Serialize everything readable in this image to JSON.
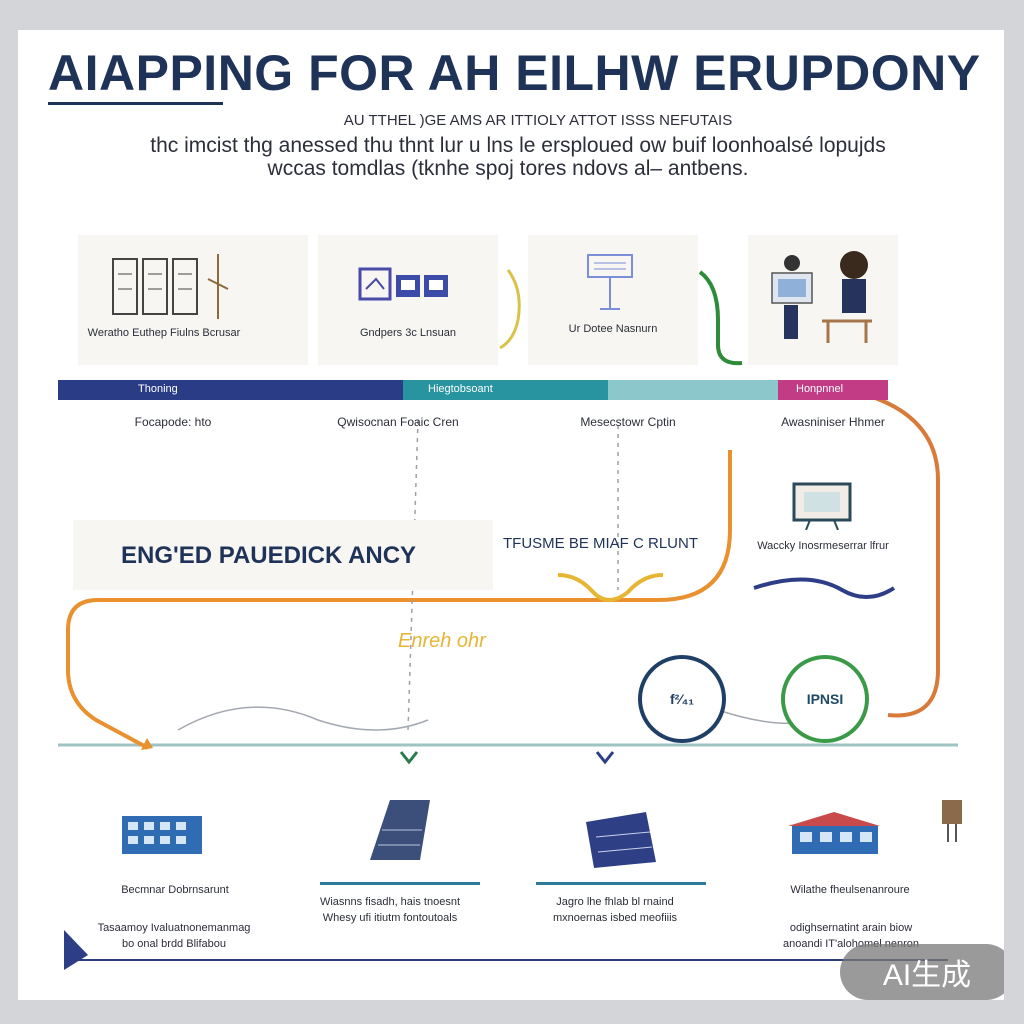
{
  "title": "AIAPPING FOR AH EILHW ERUPDONY",
  "subtitle": {
    "line1": "AU TTHEL )GE AMS AR ITTIOLY ATTOT ISSS NEFUTAIS",
    "line2": "thc imcist thg anessed thu thnt lur u lns le ersploued ow buif loonhoalsé lopujds",
    "line3": "wccas tomdlas (tknhe spoj tores ndovs al– antbens."
  },
  "top_panels": [
    {
      "label": "Weratho Euthep Fiulns Bcrusar"
    },
    {
      "label": "Gndpers 3c Lnsuan"
    },
    {
      "label": "Ur Dotee Nasnurn"
    },
    {
      "label": ""
    }
  ],
  "timeline_bar": {
    "labels": [
      "Thoning",
      "Hiegtobsoant",
      "Honpnnel"
    ],
    "colors": [
      "#2b3c86",
      "#2794a0",
      "#8cc7cc",
      "#c23b85"
    ]
  },
  "bar_captions": [
    "Focapode: hto",
    "Qwisocnan Foaic Cren",
    "Mesecstowr Cptin",
    "Awasniniser Hhmer"
  ],
  "mid": {
    "left_title": "ENG'ED PAUEDICK  ANCY",
    "center_title": "TFUSME BE MIAF C RLUNT",
    "right_label": "Waccky Inosrmeserrar lfrur",
    "script_text": "Enreh ohr"
  },
  "circles": [
    {
      "text": "f²⁄₄₁"
    },
    {
      "text": "IPNSI"
    }
  ],
  "bottom_cards": [
    {
      "title": "Becmnar Dobrnsarunt",
      "line1": "Tasaamoy Ivaluatnonemanmag",
      "line2": "bo onal brdd Blifabou"
    },
    {
      "title": "",
      "line1": "Wiasnns fisadh, hais tnoesnt",
      "line2": "Whesy ufi itiutm fontoutoals"
    },
    {
      "title": "",
      "line1": "Jagro lhe fhlab bl rnaind",
      "line2": "mxnoernas isbed meofiiis"
    },
    {
      "title": "Wilathe fheulsenanroure",
      "line1": "odighsernatint arain biow",
      "line2": "anoandi IT'alohomel nenron"
    }
  ],
  "watermark": "AI生成",
  "colors": {
    "navy": "#1f3358",
    "orange": "#e8912e",
    "teal": "#2794a0",
    "green": "#2e8b3a",
    "magenta": "#c23b85",
    "copper": "#d77a3a"
  }
}
